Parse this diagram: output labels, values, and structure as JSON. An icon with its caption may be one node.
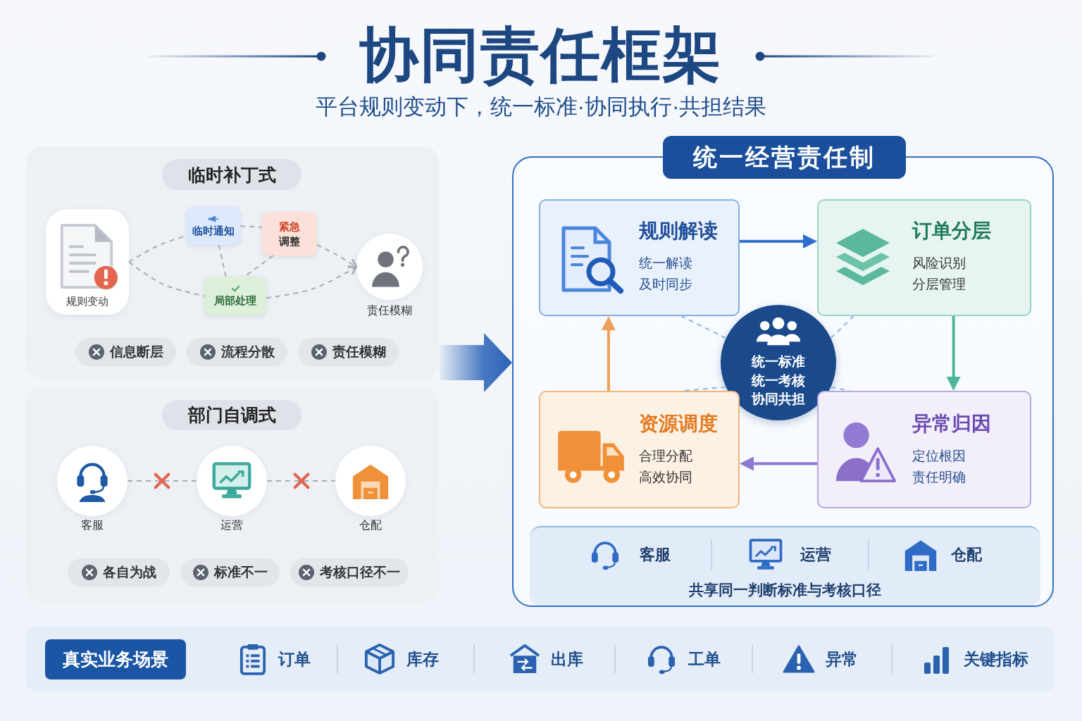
{
  "diagram": {
    "title": "协同责任框架",
    "nodes": [
      {
        "text": [
          "临时补丁式"
        ]
      },
      {
        "text": [
          "规则变动"
        ],
        "in": 0
      },
      {
        "text": [
          "临时通知"
        ],
        "in": 0
      },
      {
        "text": [
          "紧急",
          "调整"
        ],
        "in": 0
      },
      {
        "text": [
          "局部处理"
        ],
        "in": 0
      },
      {
        "text": [
          "责任模糊"
        ],
        "in": 0
      },
      {
        "text": [
          "信息断层"
        ],
        "in": 0
      },
      {
        "text": [
          "流程分散"
        ],
        "in": 0
      },
      {
        "text": [
          "责任模糊"
        ],
        "in": 0
      },
      {
        "text": [
          "部门自调式"
        ]
      },
      {
        "text": [
          "客服"
        ],
        "in": 9
      },
      {
        "text": [
          "运营"
        ],
        "in": 9
      },
      {
        "text": [
          "仓配"
        ],
        "in": 9
      },
      {
        "text": [
          "各自为战"
        ],
        "in": 9
      },
      {
        "text": [
          "标准不一"
        ],
        "in": 9
      },
      {
        "text": [
          "考核口径不一"
        ],
        "in": 9
      },
      {
        "text": [
          "统一经营责任制"
        ]
      },
      {
        "text": [
          "规则解读",
          "统一解读",
          "及时同步"
        ],
        "in": 16
      },
      {
        "text": [
          "订单分层",
          "风险识别",
          "分层管理"
        ],
        "in": 16
      },
      {
        "text": [
          "统一标准",
          "统一考核",
          "协同共担"
        ],
        "in": 16
      },
      {
        "text": [
          "资源调度",
          "合理分配",
          "高效协同"
        ],
        "in": 16
      },
      {
        "text": [
          "异常归因",
          "定位根因",
          "责任明确"
        ],
        "in": 16
      },
      {
        "text": [
          "客服",
          "运营",
          "仓配",
          "共享同一判断标准与考核口径"
        ],
        "in": 16
      },
      {
        "text": [
          "真实业务场景",
          "订单",
          "库存",
          "出库",
          "工单",
          "异常",
          "关键指标"
        ]
      }
    ],
    "edges": [
      {
        "from": 1,
        "to": 2,
        "arrow": "none",
        "style": "dashed"
      },
      {
        "from": 1,
        "to": 4,
        "arrow": "none",
        "style": "dashed"
      },
      {
        "from": 2,
        "to": 3,
        "arrow": "none",
        "style": "dashed"
      },
      {
        "from": 2,
        "to": 4,
        "arrow": "none",
        "style": "dashed"
      },
      {
        "from": 3,
        "to": 4,
        "arrow": "none",
        "style": "dashed"
      },
      {
        "from": 3,
        "to": 5,
        "arrow": "to",
        "style": "dashed"
      },
      {
        "from": 4,
        "to": 5,
        "arrow": "to",
        "style": "dashed"
      },
      {
        "from": 10,
        "to": 11,
        "arrow": "none",
        "style": "dashed"
      },
      {
        "from": 11,
        "to": 12,
        "arrow": "none",
        "style": "dashed"
      },
      {
        "from": null,
        "to": 16,
        "arrow": "to",
        "style": "thick",
        "color": "#2b63b8"
      },
      {
        "from": 17,
        "to": 18,
        "arrow": "to",
        "color": "#2f6fd0"
      },
      {
        "from": 18,
        "to": 21,
        "arrow": "to",
        "color": "#4cb59a"
      },
      {
        "from": 21,
        "to": 20,
        "arrow": "to",
        "color": "#8d78d0"
      },
      {
        "from": 20,
        "to": 17,
        "arrow": "to",
        "color": "#f0a055"
      },
      {
        "from": 19,
        "to": 17,
        "arrow": "none",
        "style": "dashed",
        "color": "#8fb3e0"
      },
      {
        "from": 19,
        "to": 18,
        "arrow": "none",
        "style": "dashed",
        "color": "#8fb3e0"
      },
      {
        "from": 19,
        "to": 20,
        "arrow": "none",
        "style": "dashed",
        "color": "#8fb3e0"
      },
      {
        "from": 19,
        "to": 21,
        "arrow": "none",
        "style": "dashed",
        "color": "#8fb3e0"
      }
    ],
    "labels": [
      "平台规则变动下，统一标准·协同执行·共担结果"
    ]
  }
}
